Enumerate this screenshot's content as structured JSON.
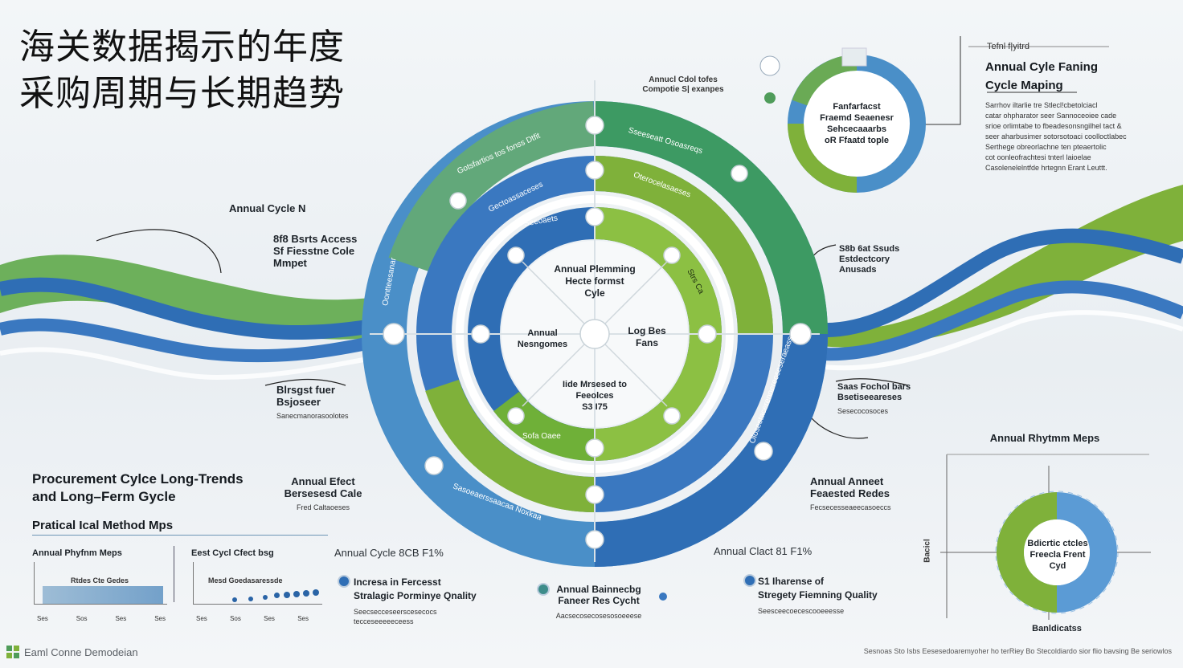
{
  "title": "海关数据揭示的年度\n采购周期与长期趋势",
  "top_center": {
    "line1": "Annucl Cdol tofes",
    "line2": "Compotie S| exanpes"
  },
  "top_right": {
    "small_label": "Tefnl f|yitrd",
    "heading_line1": "Annual Cyle Faning",
    "heading_line2": "Cycle Maping",
    "body": "Sarrhov iltarlie tre Stlecl!cbetolciacl\ncatar ohpharator seer Sannoceoiee cade\nsrioe orlimtabe to fbeadesonsngilhel tact &\nseer aharbusimer sotorsotoaci coolloctlabec\nSerthege obreorlachne ten pteaertolic\ncot oonleofrachtesi tnterl laioelae\nCasolenelelntfde hrtegnn Erant Leuttt.",
    "ring_center": [
      "Fanfarfacst",
      "Fraemd Seaenesr",
      "Sehcecaaarbs",
      "oR Ffaatd tople"
    ]
  },
  "left_labels": {
    "annual_cycle": "Annual Cycle N",
    "access": [
      "8f8 Bsrts Access",
      "Sf Fiesstne Cole",
      "Mmpet"
    ],
    "budget": [
      "Blrsgst fuer",
      "Bsjoseer"
    ],
    "budget_sub": "Sanecmanorasoolotes",
    "effect": [
      "Annual Efect",
      "Bersesesd Cale"
    ],
    "effect_sub": "Fred Caltaoeses"
  },
  "right_labels": {
    "sales": [
      "S8b 6at Ssuds",
      "Estdectcory",
      "Anusads"
    ],
    "seas": [
      "Saas Fochol bars",
      "Bsetiseeareses"
    ],
    "seas_sub": "Sesecocosoces",
    "annual_annect": [
      "Annual Anneet",
      "Feaested Redes"
    ],
    "annual_annect_sub": "Fecsecesseaeecasoeccs"
  },
  "center": {
    "core": [
      "Annual Plemming",
      "Hecte formst",
      "Cyle"
    ],
    "left": [
      "Annual",
      "Nesngomes"
    ],
    "right": [
      "Log Bes",
      "Fans"
    ],
    "bottom": [
      "Iide Mrsesed to",
      "Feeolces",
      "S3 I75"
    ]
  },
  "ring_labels": {
    "outer_top_left": "Gotsfartios tos fonss Dtfit",
    "outer_top_right": "Sseeseatt Osoasreqs",
    "mid_left": "Gectoassaceses",
    "mid_right": "Oterocelasaeses",
    "inner_top": "Seeoaets",
    "inner_right": "Strs Ca",
    "outer_right": "Olosestacerennereoseseraeass",
    "outer_bottom": "Sasoeaerssaacaa Noxkaa",
    "outer_left": "Oontteesanar",
    "green_bottom": "Sofa Oaee"
  },
  "bottom_left": {
    "heading_line1": "Procurement Cylce Long-Trends",
    "heading_line2": "and Long–Ferm Gycle",
    "sub_heading": "Pratical Ical Method Mps",
    "panel1_title": "Annual Phyfnm Meps",
    "panel1_inner": "Rtdes Cte Gedes",
    "panel2_title": "Eest Cycl Cfect bsg",
    "panel2_inner": "Mesd Goedasaressde",
    "axis_ticks": [
      "Ses",
      "Sos",
      "Ses",
      "Ses"
    ]
  },
  "bottom_mid_left": {
    "title": "Annual Cycle 8CB F1%",
    "line1": "Incresa in Fercesst",
    "line2": "Stralagic Porminye Qnality",
    "sub": "Seecsecceseerscesecocs tecceseeeeeceess"
  },
  "bottom_center": {
    "line1": "Annual Bainnecbg",
    "line2": "Faneer Res Cycht",
    "sub": "Aacsecosecosesosoeeese"
  },
  "bottom_mid_right": {
    "title": "Annual Clact 81 F1%",
    "line1": "S1 Iharense of",
    "line2": "Stregety Fiemning Quality",
    "sub": "Seesceecoecescooeeesse"
  },
  "bottom_right": {
    "heading": "Annual Rhytmm Meps",
    "ring_center": [
      "Bdicrtic ctcles",
      "Freecla Frent",
      "Cyd"
    ],
    "ylabel": "Bacicl",
    "xlabel": "Banldicatss"
  },
  "footer": {
    "left": "Eaml Conne Demodeian",
    "right": "Sesnoas Sto Isbs Eesesedoaremyoher ho terRiey Bo Stecoldiardo sior flio bavsing Be seriowlos"
  },
  "colors": {
    "blue": "#2f6eb5",
    "green": "#7fb13a",
    "dark_green": "#4f9c5a",
    "light_blue": "#5b9bd5"
  }
}
